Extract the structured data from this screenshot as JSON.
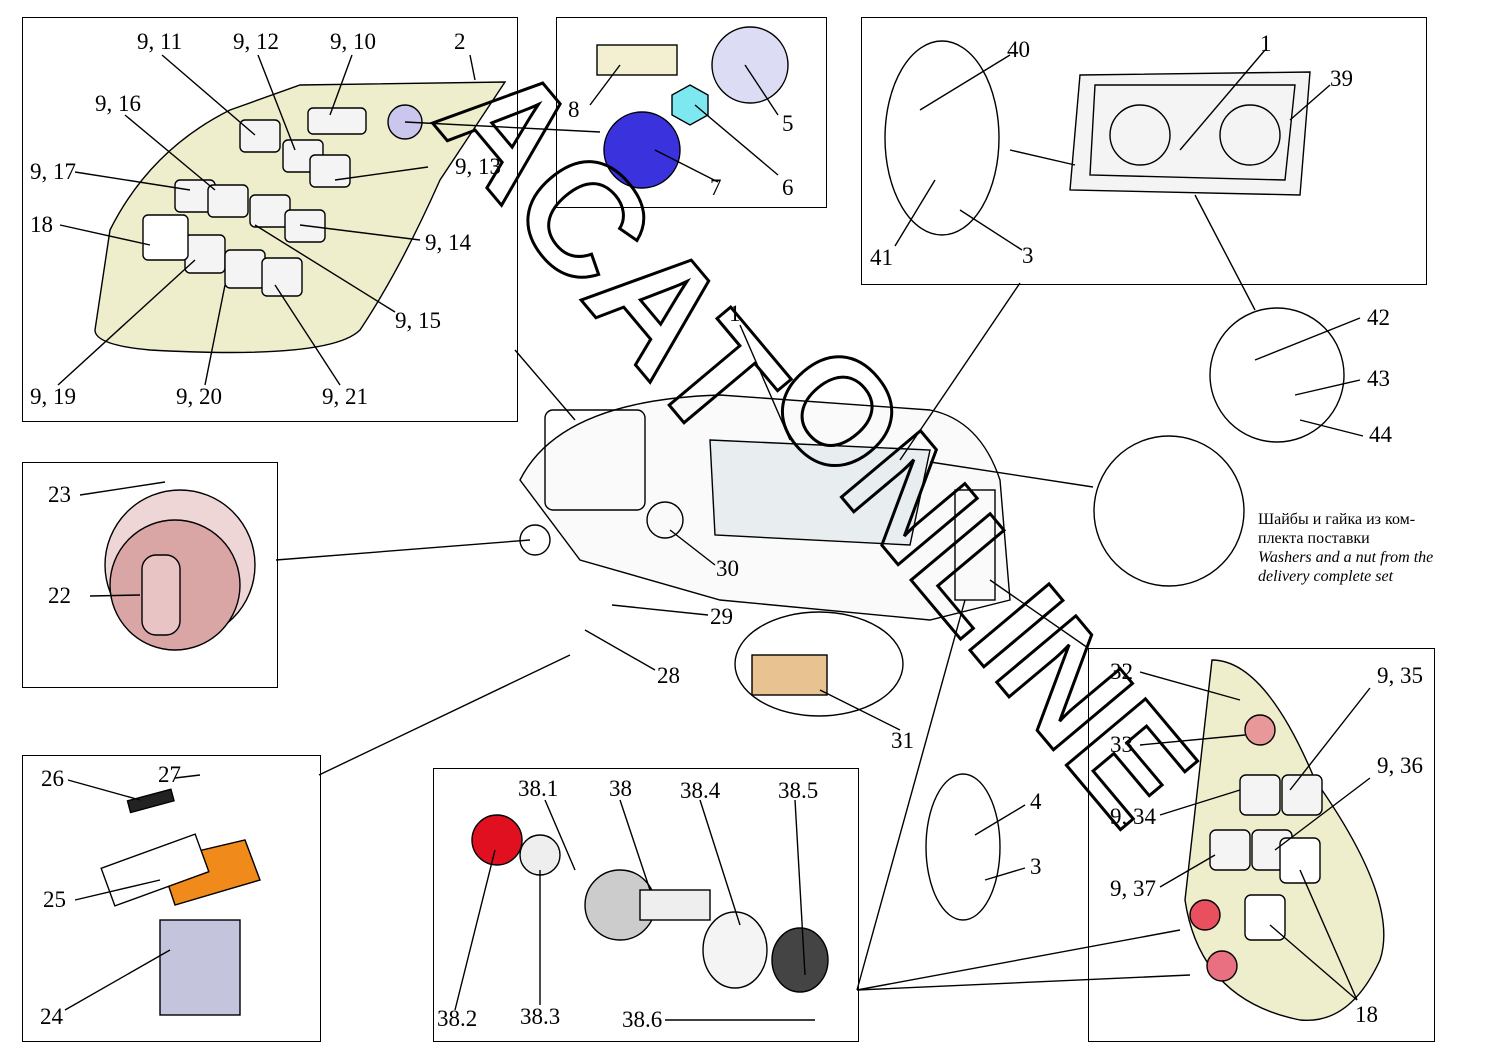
{
  "watermark": "ACAT ONLINE",
  "labels": [
    "9, 11",
    "9, 12",
    "9, 10",
    "2",
    "9, 16",
    "9, 17",
    "9, 13",
    "18",
    "9, 14",
    "9, 15",
    "9, 19",
    "9, 20",
    "9, 21",
    "8",
    "5",
    "7",
    "6",
    "40",
    "1",
    "39",
    "41",
    "3",
    "42",
    "43",
    "44",
    "1",
    "23",
    "22",
    "30",
    "29",
    "28",
    "31",
    "32",
    "33",
    "9, 35",
    "9, 36",
    "9, 34",
    "9, 37",
    "4",
    "3",
    "18",
    "26",
    "27",
    "25",
    "24",
    "38.1",
    "38",
    "38.4",
    "38.5",
    "38.2",
    "38.3",
    "38.6"
  ],
  "note": {
    "ru_line1": "Шайбы и гайка из ком-",
    "ru_line2": "плекта поставки",
    "en_line1": "Washers and a nut from the",
    "en_line2": "delivery complete set"
  },
  "colors": {
    "panel": "#eeeecc",
    "knob": "#d9a5a5",
    "cover": "#f08a1a",
    "red": "#e01020",
    "blue": "#3a33dd"
  }
}
